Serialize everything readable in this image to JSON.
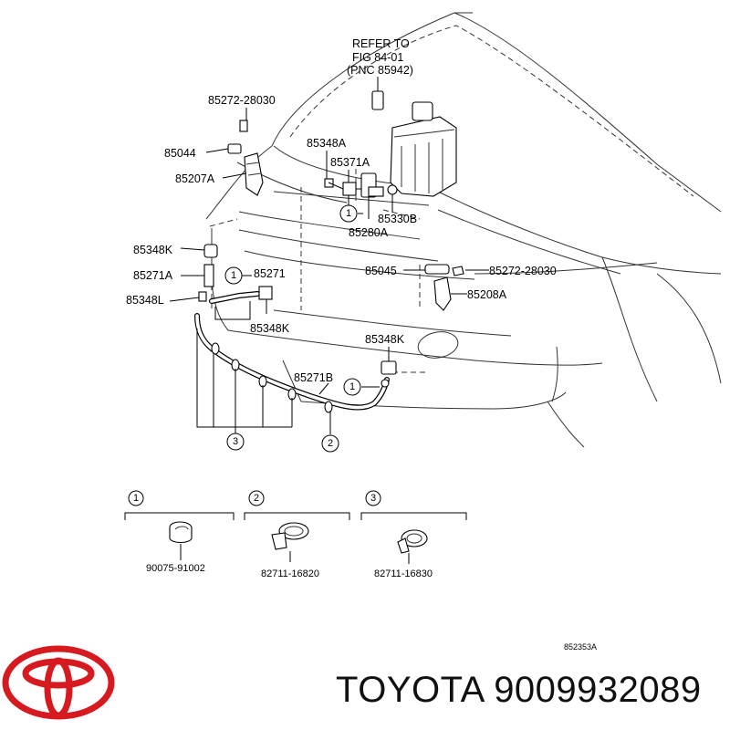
{
  "diagram": {
    "note_lines": [
      "REFER TO",
      "FIG 84-01",
      "(PNC 85942)"
    ],
    "part_labels": {
      "p85272_28030_top": "85272-28030",
      "p85044": "85044",
      "p85207A": "85207A",
      "p85348A": "85348A",
      "p85371A": "85371A",
      "p85330B": "85330B",
      "p85280A": "85280A",
      "p85348K_left": "85348K",
      "p85271A": "85271A",
      "p85271": "85271",
      "p85348L": "85348L",
      "p85348K_mid": "85348K",
      "p85045": "85045",
      "p85272_28030_right": "85272-28030",
      "p85208A": "85208A",
      "p85348K_right": "85348K",
      "p85271B": "85271B"
    },
    "callout_numbers": [
      "1",
      "2",
      "3"
    ],
    "legend": [
      {
        "num": "1",
        "part": "90075-91002"
      },
      {
        "num": "2",
        "part": "82711-16820"
      },
      {
        "num": "3",
        "part": "82711-16830"
      }
    ],
    "figure_code": "852353A"
  },
  "footer": {
    "brand": "TOYOTA",
    "part_number": "9009932089",
    "logo_color": "#d71920"
  }
}
